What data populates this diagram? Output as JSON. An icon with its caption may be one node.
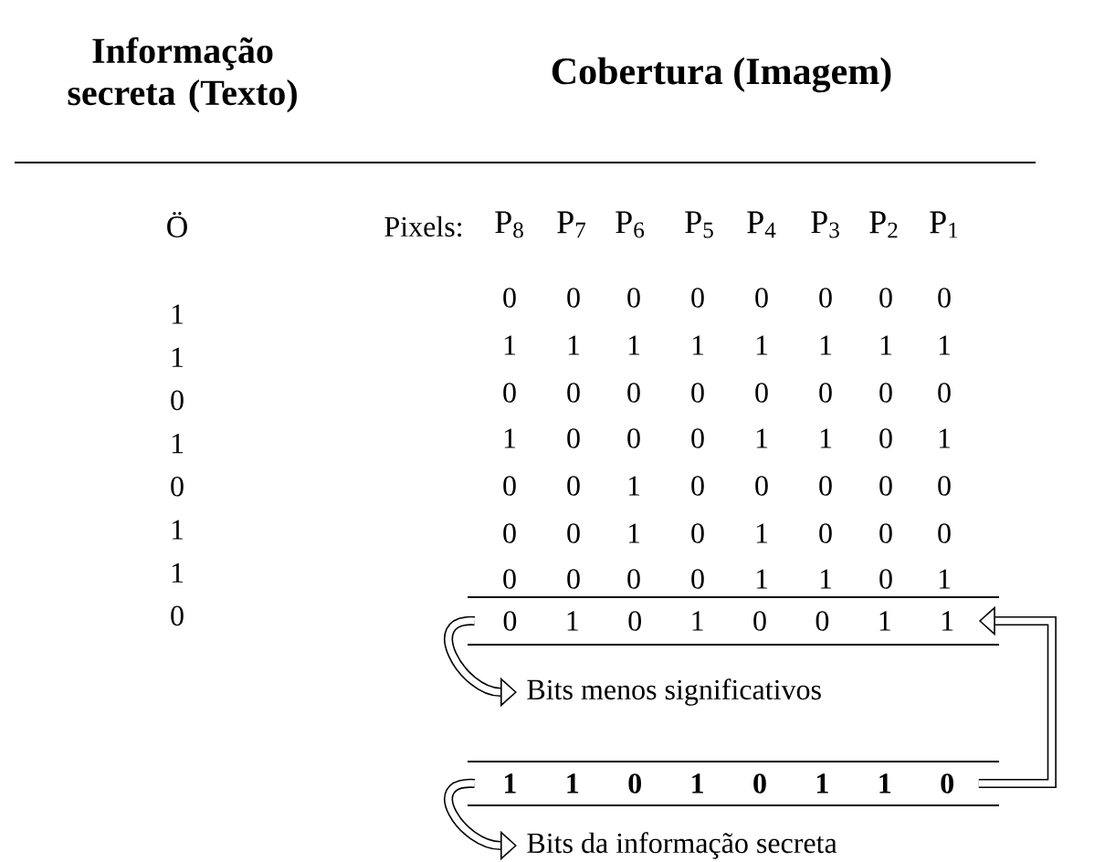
{
  "diagram": {
    "nodes": [
      {
        "text": [
          "0",
          "1",
          "0",
          "1",
          "0",
          "0",
          "1",
          "1"
        ]
      },
      {
        "text": [
          "Bits menos significativos"
        ]
      },
      {
        "text": [
          "1",
          "1",
          "0",
          "1",
          "0",
          "1",
          "1",
          "0"
        ]
      },
      {
        "text": [
          "Bits da informação secreta"
        ]
      }
    ],
    "edges": [
      {
        "from": 0,
        "to": 1,
        "arrow": "to"
      },
      {
        "from": 2,
        "to": 0,
        "arrow": "to"
      },
      {
        "from": 2,
        "to": 3,
        "arrow": "to"
      }
    ],
    "labels": [
      "Informação secreta (Texto)",
      "Cobertura (Imagem)",
      "Ö",
      "Pixels:",
      "P$_{8}$",
      "P$_{7}$",
      "P$_{6}$",
      "P$_{5}$",
      "P$_{4}$",
      "P$_{3}$",
      "P$_{2}$",
      "P$_{1}$",
      "0",
      "0",
      "0",
      "0",
      "0",
      "0",
      "0",
      "0",
      "1",
      "1",
      "1",
      "1",
      "1",
      "1",
      "1",
      "1",
      "0",
      "0",
      "0",
      "0",
      "0",
      "0",
      "0",
      "0",
      "1",
      "0",
      "0",
      "0",
      "1",
      "1",
      "0",
      "1",
      "0",
      "0",
      "1",
      "0",
      "0",
      "0",
      "0",
      "0",
      "0",
      "0",
      "1",
      "0",
      "1",
      "0",
      "0",
      "0",
      "0",
      "0",
      "0",
      "0",
      "1",
      "1",
      "0",
      "1",
      "1",
      "1",
      "0",
      "1",
      "0",
      "1",
      "1",
      "0"
    ]
  }
}
